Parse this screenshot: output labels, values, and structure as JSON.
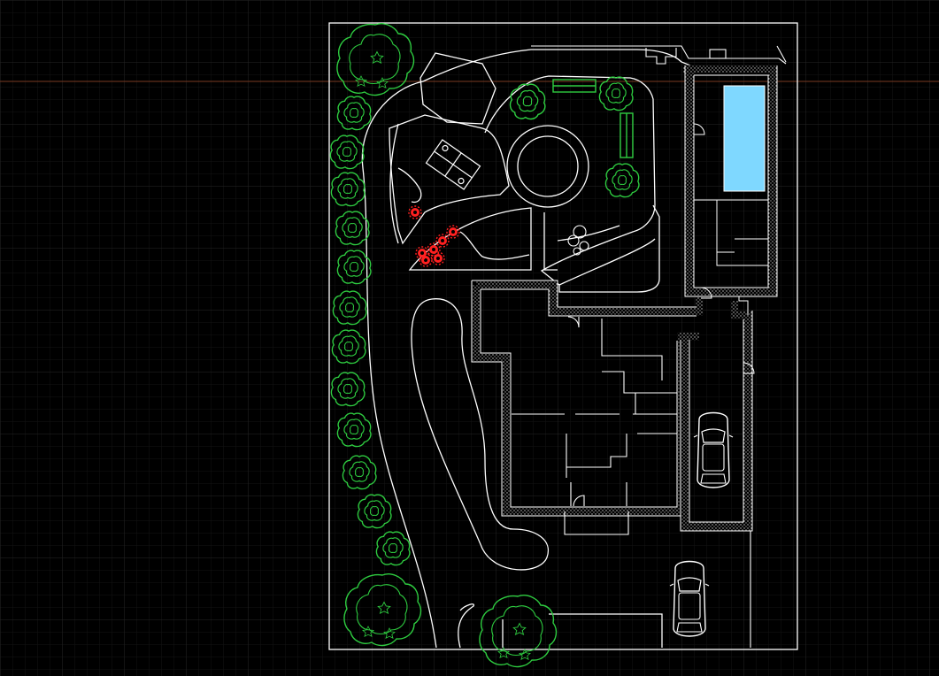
{
  "app": {
    "type": "CAD model space viewport"
  },
  "colors": {
    "background": "#000000",
    "grid_minor": "#141414",
    "grid_major": "#222222",
    "linework": "#ffffff",
    "vegetation": "#2ecc40",
    "hedge": "#1fa33a",
    "flowers": "#ff2020",
    "pool_water": "#7fd8ff",
    "crosshair": "#7a3a22"
  },
  "layers": [
    {
      "name": "site-boundary"
    },
    {
      "name": "house-walls"
    },
    {
      "name": "garage"
    },
    {
      "name": "pool-house"
    },
    {
      "name": "garden-paths"
    },
    {
      "name": "trees"
    },
    {
      "name": "flower-bed"
    },
    {
      "name": "vehicles"
    }
  ]
}
